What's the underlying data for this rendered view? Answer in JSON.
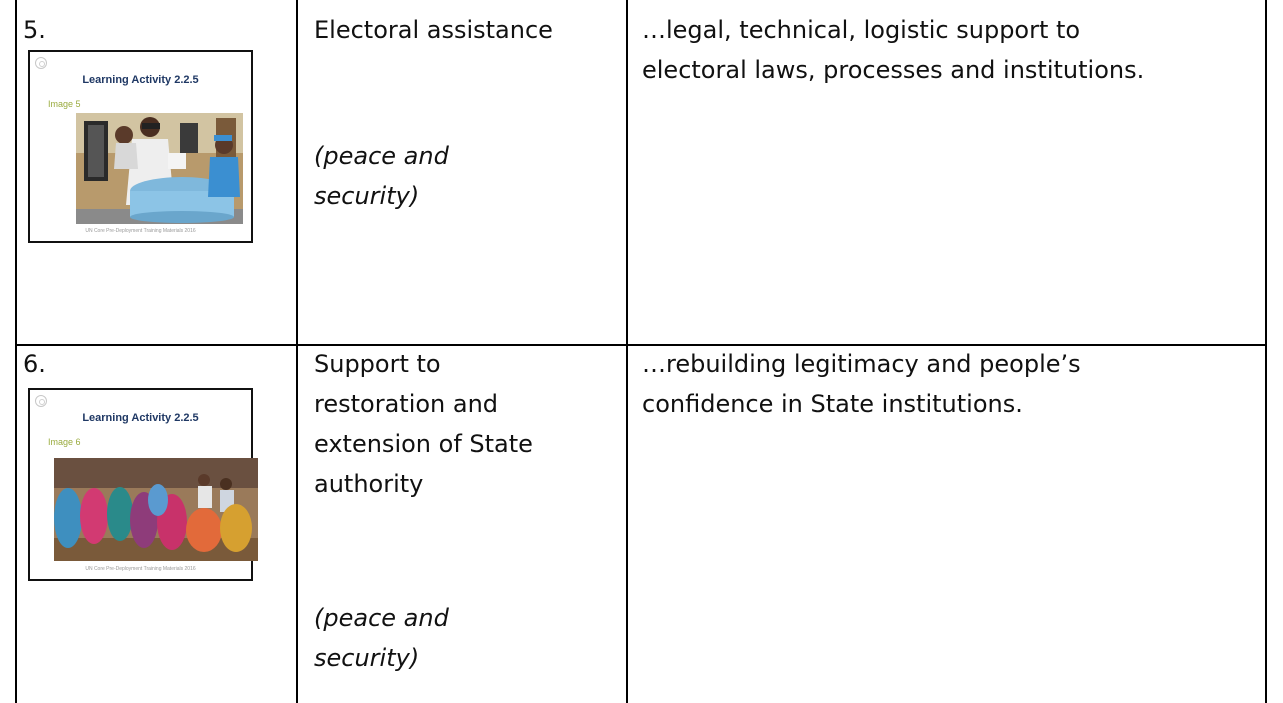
{
  "rows": [
    {
      "number": "5.",
      "thumbnail": {
        "title": "Learning Activity 2.2.5",
        "subtitle": "Image 5",
        "footer": "UN Core Pre-Deployment Training Materials 2016",
        "photo_icon": "voting-photo"
      },
      "topic_lines": [
        "Electoral assistance"
      ],
      "category_lines": [
        "(peace and",
        "security)"
      ],
      "description_lines": [
        "…legal, technical, logistic support to",
        "electoral laws, processes and institutions."
      ]
    },
    {
      "number": "6.",
      "thumbnail": {
        "title": "Learning Activity 2.2.5",
        "subtitle": "Image 6",
        "footer": "UN Core Pre-Deployment Training Materials 2016",
        "photo_icon": "community-meeting-photo"
      },
      "topic_lines": [
        "Support to",
        "restoration and",
        "extension of State",
        "authority"
      ],
      "category_lines": [
        "(peace and",
        "security)"
      ],
      "description_lines": [
        "…rebuilding legitimacy and people’s",
        "confidence in State institutions."
      ]
    }
  ]
}
